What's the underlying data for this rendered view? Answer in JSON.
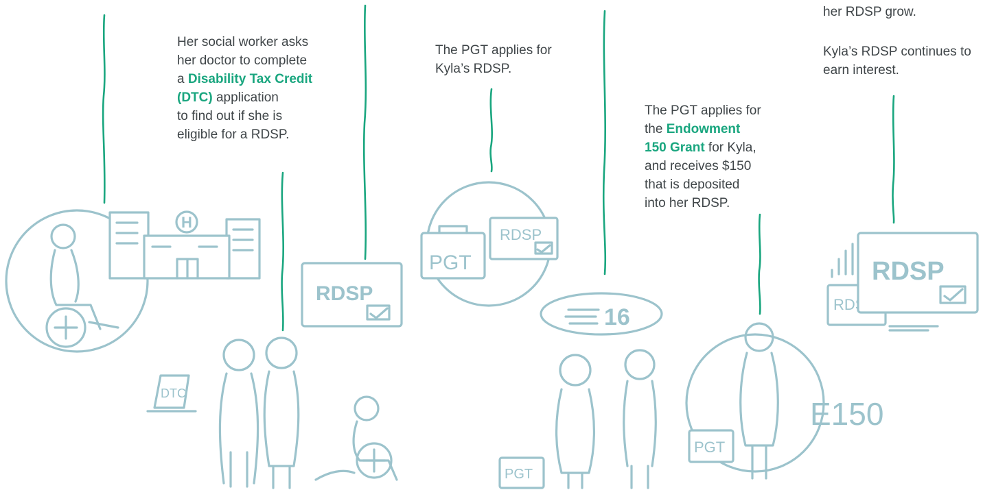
{
  "steps": {
    "doctor_text": {
      "line1": "Her social worker asks",
      "line2": "her doctor to complete",
      "line3_pre": "a ",
      "dtc_link": "Disability Tax Credit",
      "dtc_abbr": "(DTC)",
      "line4_post": " application",
      "line5": "to find out if she is",
      "line6": "eligible for a RDSP."
    },
    "pgt_apply": {
      "line1": "The PGT applies for",
      "line2": "Kyla’s RDSP."
    },
    "endowment": {
      "line1": "The PGT applies for",
      "line2_pre": "the ",
      "grant_a": "Endowment",
      "grant_b": "150 Grant",
      "line3_post": " for Kyla,",
      "line4": "and receives $150",
      "line5": "that is deposited",
      "line6": "into her RDSP."
    },
    "growth": {
      "line1": "her RDSP grow.",
      "line2": "Kyla’s RDSP continues to",
      "line3": "earn interest."
    }
  },
  "illustration_labels": {
    "hospital": "H",
    "laptop": "DTC",
    "rdsp": "RDSP",
    "rdsp_partial": "RDS",
    "pgt": "PGT",
    "age": "16",
    "grant": "E150"
  },
  "colors": {
    "accent": "#1aa67f",
    "sketch": "#9cc3cc",
    "text": "#3f4548"
  }
}
